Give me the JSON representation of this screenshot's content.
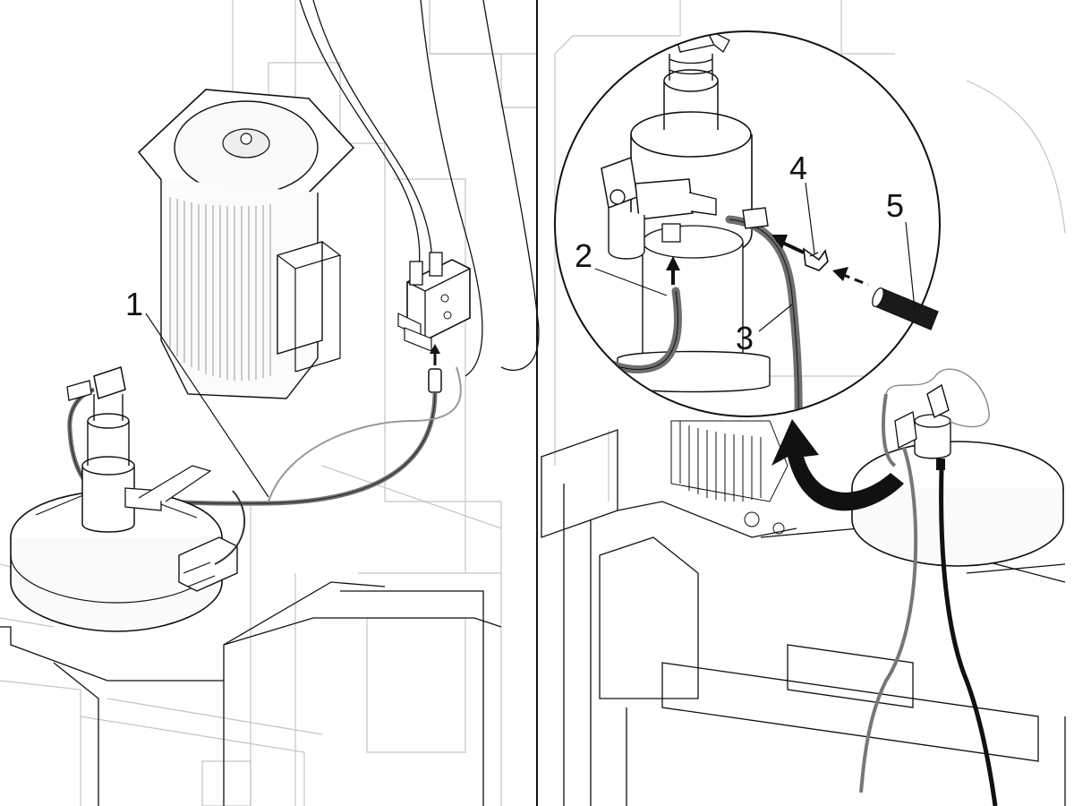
{
  "callouts": {
    "c1": "1",
    "c2": "2",
    "c3": "3",
    "c4": "4",
    "c5": "5"
  },
  "colors": {
    "line": "#111111",
    "hose": "#6e6e6e",
    "hose_dark": "#1a1a1a",
    "ghost": "#b9b9b9"
  }
}
